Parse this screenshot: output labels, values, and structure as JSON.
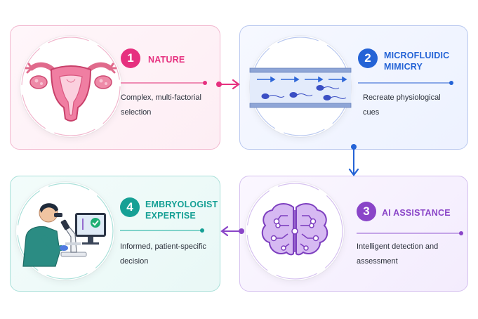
{
  "steps": [
    {
      "number": "1",
      "title": "NATURE",
      "description": "Complex, multi-factorial selection",
      "color": "#e6307f",
      "icon": "uterus-icon"
    },
    {
      "number": "2",
      "title": "MICROFLUIDIC MIMICRY",
      "description": "Recreate physiological cues",
      "color": "#2463d6",
      "icon": "microfluidic-channel-icon"
    },
    {
      "number": "3",
      "title": "AI ASSISTANCE",
      "description": "Intelligent detection and assessment",
      "color": "#8a45c8",
      "icon": "ai-brain-icon"
    },
    {
      "number": "4",
      "title": "EMBRYOLOGIST EXPERTISE",
      "description": "Informed, patient-specific decision",
      "color": "#16a095",
      "icon": "embryologist-microscope-icon"
    }
  ],
  "connectors": [
    {
      "from": "1",
      "to": "2",
      "color": "#e6307f",
      "icon": "arrow-right-icon"
    },
    {
      "from": "2",
      "to": "3",
      "color": "#2463d6",
      "icon": "arrow-down-icon"
    },
    {
      "from": "3",
      "to": "4",
      "color": "#8a45c8",
      "icon": "arrow-left-icon"
    }
  ]
}
